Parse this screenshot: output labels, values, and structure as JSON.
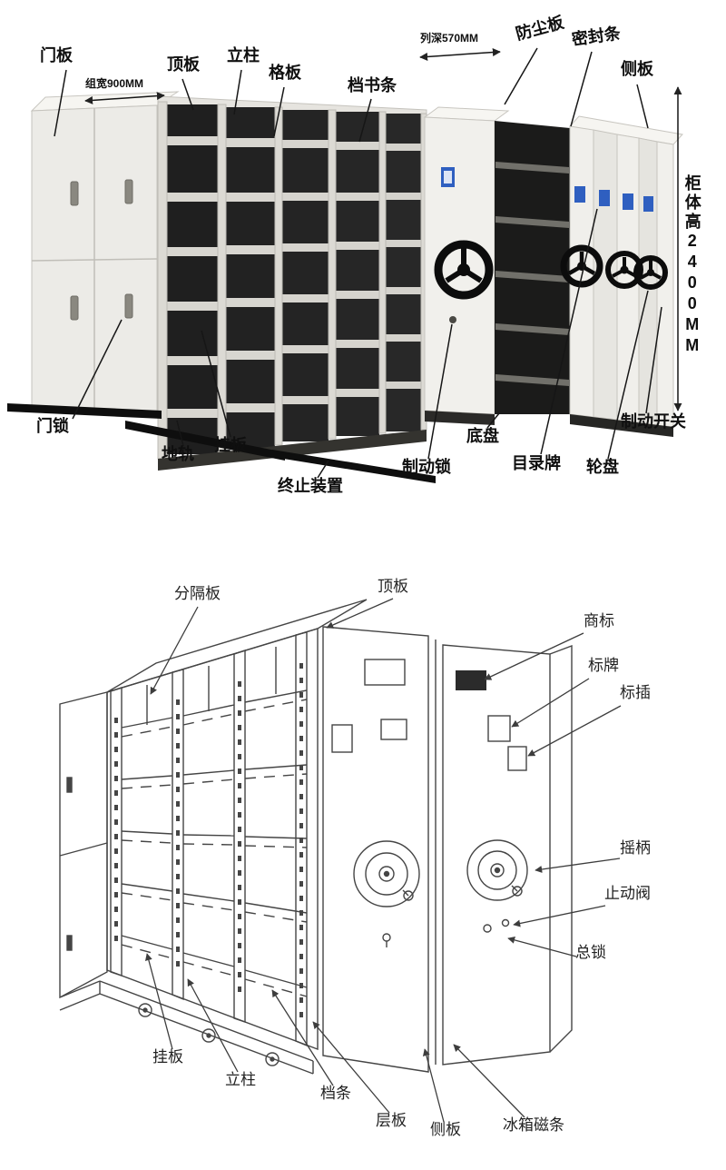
{
  "colors": {
    "catalog_tag_blue": "#2f5fc0",
    "leader_line": "#1a1a1a",
    "wireframe_stroke": "#454545"
  },
  "top_diagram": {
    "labels": [
      {
        "id": "door-panel",
        "text": "门板"
      },
      {
        "id": "group-width",
        "text": "组宽900MM"
      },
      {
        "id": "top-panel",
        "text": "顶板"
      },
      {
        "id": "column",
        "text": "立柱"
      },
      {
        "id": "shelf-board",
        "text": "格板"
      },
      {
        "id": "book-strip",
        "text": "档书条"
      },
      {
        "id": "column-depth",
        "text": "列深570MM"
      },
      {
        "id": "dust-panel",
        "text": "防尘板"
      },
      {
        "id": "seal-strip",
        "text": "密封条"
      },
      {
        "id": "side-panel",
        "text": "侧板"
      },
      {
        "id": "cabinet-height",
        "text": "柜体高2400MM"
      },
      {
        "id": "door-lock",
        "text": "门锁"
      },
      {
        "id": "floor-rail",
        "text": "地轨"
      },
      {
        "id": "hanging-plate",
        "text": "挂板"
      },
      {
        "id": "stop-device",
        "text": "终止装置"
      },
      {
        "id": "brake-lock",
        "text": "制动锁"
      },
      {
        "id": "chassis",
        "text": "底盘"
      },
      {
        "id": "catalog-card",
        "text": "目录牌"
      },
      {
        "id": "handwheel",
        "text": "轮盘"
      },
      {
        "id": "brake-switch",
        "text": "制动开关"
      }
    ]
  },
  "bottom_diagram": {
    "labels": [
      {
        "id": "divider-plate",
        "text": "分隔板"
      },
      {
        "id": "top-panel",
        "text": "顶板"
      },
      {
        "id": "trademark",
        "text": "商标"
      },
      {
        "id": "nameplate",
        "text": "标牌"
      },
      {
        "id": "label-insert",
        "text": "标插"
      },
      {
        "id": "crank-handle",
        "text": "摇柄"
      },
      {
        "id": "stop-valve",
        "text": "止动阀"
      },
      {
        "id": "master-lock",
        "text": "总锁"
      },
      {
        "id": "hanging-plate",
        "text": "挂板"
      },
      {
        "id": "column",
        "text": "立柱"
      },
      {
        "id": "file-strip",
        "text": "档条"
      },
      {
        "id": "shelf",
        "text": "层板"
      },
      {
        "id": "side-panel",
        "text": "侧板"
      },
      {
        "id": "fridge-magnetic-strip",
        "text": "冰箱磁条"
      }
    ]
  }
}
